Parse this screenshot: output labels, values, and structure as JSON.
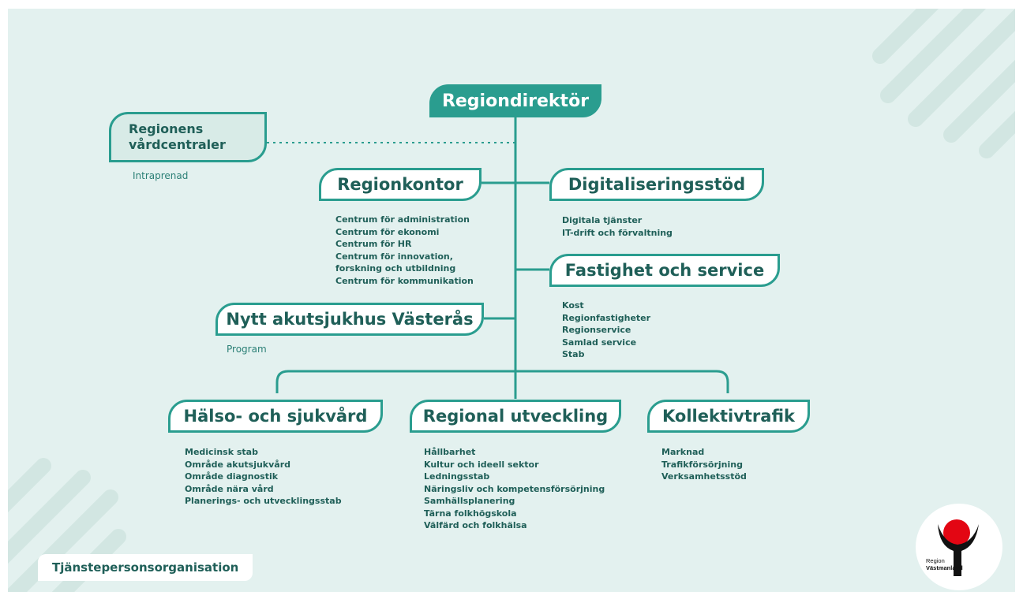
{
  "colors": {
    "accent": "#2a9d8f",
    "background": "#e3f1ef",
    "text": "#1f5f58",
    "logo_red": "#e30613"
  },
  "top": {
    "label": "Regiondirektör"
  },
  "side": {
    "label": "Regionens vårdcentraler",
    "note": "Intraprenad"
  },
  "regionkontor": {
    "label": "Regionkontor",
    "items": [
      "Centrum för administration",
      "Centrum för ekonomi",
      "Centrum för HR",
      "Centrum för innovation,",
      "forskning och utbildning",
      "Centrum för kommunikation"
    ]
  },
  "digital": {
    "label": "Digitaliseringsstöd",
    "items": [
      "Digitala tjänster",
      "IT-drift och förvaltning"
    ]
  },
  "fastighet": {
    "label": "Fastighet och service",
    "items": [
      "Kost",
      "Regionfastigheter",
      "Regionservice",
      "Samlad service",
      "Stab"
    ]
  },
  "akut": {
    "label": "Nytt akutsjukhus Västerås",
    "note": "Program"
  },
  "halso": {
    "label": "Hälso- och sjukvård",
    "items": [
      "Medicinsk stab",
      "Område akutsjukvård",
      "Område diagnostik",
      "Område nära vård",
      "Planerings- och utvecklingsstab"
    ]
  },
  "regional": {
    "label": "Regional utveckling",
    "items": [
      "Hållbarhet",
      "Kultur och ideell sektor",
      "Ledningsstab",
      "Näringsliv och kompetensförsörjning",
      "Samhällsplanering",
      "Tärna folkhögskola",
      "Välfärd och folkhälsa"
    ]
  },
  "kollektiv": {
    "label": "Kollektivtrafik",
    "items": [
      "Marknad",
      "Trafikförsörjning",
      "Verksamhetsstöd"
    ]
  },
  "footer": {
    "label": "Tjänstepersonsorganisation"
  },
  "logo": {
    "line1": "Region",
    "line2": "Västmanland"
  }
}
